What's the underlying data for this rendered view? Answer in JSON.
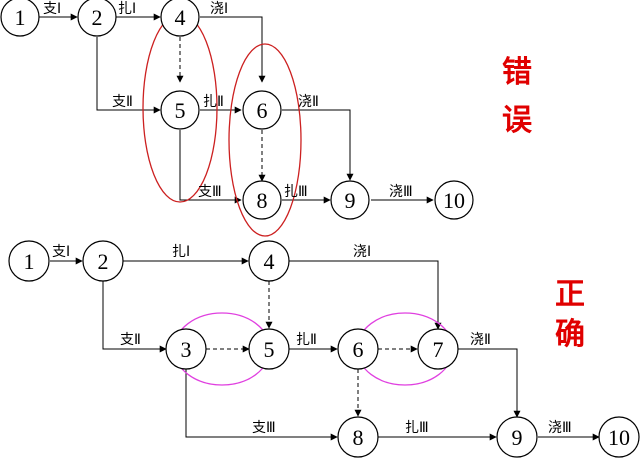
{
  "labels": {
    "wrong_top": "错",
    "wrong_bottom": "误",
    "right_top": "正",
    "right_bottom": "确"
  },
  "colors": {
    "wrong": "#e00000",
    "right": "#e00000",
    "ellipse_wrong": "#cc2020",
    "ellipse_right": "#e040e0"
  },
  "wrong_diagram": {
    "nodes": [
      "1",
      "2",
      "4",
      "5",
      "6",
      "8",
      "9",
      "10"
    ],
    "edges": {
      "e1_2": "支Ⅰ",
      "e2_4": "扎Ⅰ",
      "e4_6": "浇Ⅰ",
      "e2_5": "支Ⅱ",
      "e5_6": "扎Ⅱ",
      "e6_9": "浇Ⅱ",
      "e5_8": "支Ⅲ",
      "e8_9": "扎Ⅲ",
      "e9_10": "浇Ⅲ"
    }
  },
  "right_diagram": {
    "nodes": [
      "1",
      "2",
      "4",
      "3",
      "5",
      "6",
      "7",
      "8",
      "9",
      "10"
    ],
    "edges": {
      "e1_2": "支Ⅰ",
      "e2_4": "扎Ⅰ",
      "e4_7": "浇Ⅰ",
      "e2_3": "支Ⅱ",
      "e5_6": "扎Ⅱ",
      "e7_9": "浇Ⅱ",
      "e3_8": "支Ⅲ",
      "e8_9": "扎Ⅲ",
      "e9_10": "浇Ⅲ"
    }
  }
}
